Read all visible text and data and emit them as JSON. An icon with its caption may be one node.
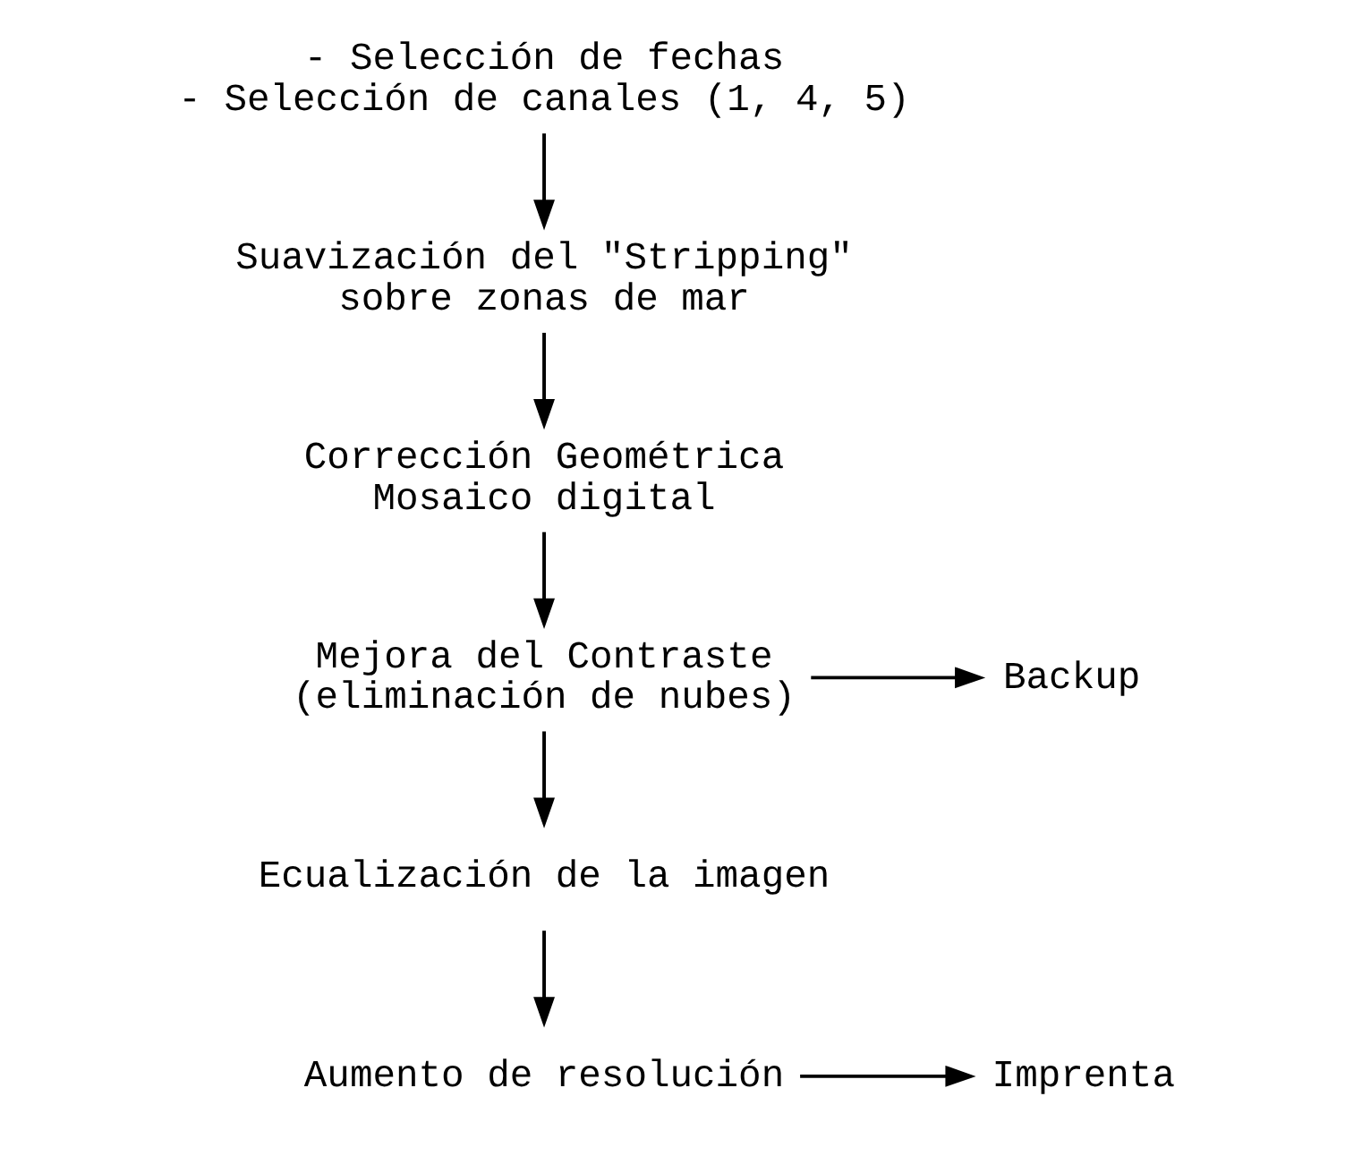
{
  "diagram": {
    "nodes": [
      {
        "text": [
          "- Selección de fechas",
          "- Selección de canales (1, 4, 5)"
        ]
      },
      {
        "text": [
          "Suavización del \"Stripping\" sobre zonas de mar"
        ]
      },
      {
        "text": [
          "Corrección Geométrica Mosaico digital"
        ]
      },
      {
        "text": [
          "Mejora del Contraste (eliminación de nubes)"
        ]
      },
      {
        "text": [
          "Backup"
        ]
      },
      {
        "text": [
          "Ecualización de la imagen"
        ]
      },
      {
        "text": [
          "Aumento de resolución"
        ]
      },
      {
        "text": [
          "Imprenta"
        ]
      }
    ],
    "edges": [
      {
        "from": 0,
        "to": 1,
        "arrow": "to"
      },
      {
        "from": 1,
        "to": 2,
        "arrow": "to"
      },
      {
        "from": 2,
        "to": 3,
        "arrow": "to"
      },
      {
        "from": 3,
        "to": 4,
        "arrow": "to"
      },
      {
        "from": 3,
        "to": 5,
        "arrow": "to"
      },
      {
        "from": 5,
        "to": 6,
        "arrow": "to"
      },
      {
        "from": 6,
        "to": 7,
        "arrow": "to"
      }
    ]
  }
}
